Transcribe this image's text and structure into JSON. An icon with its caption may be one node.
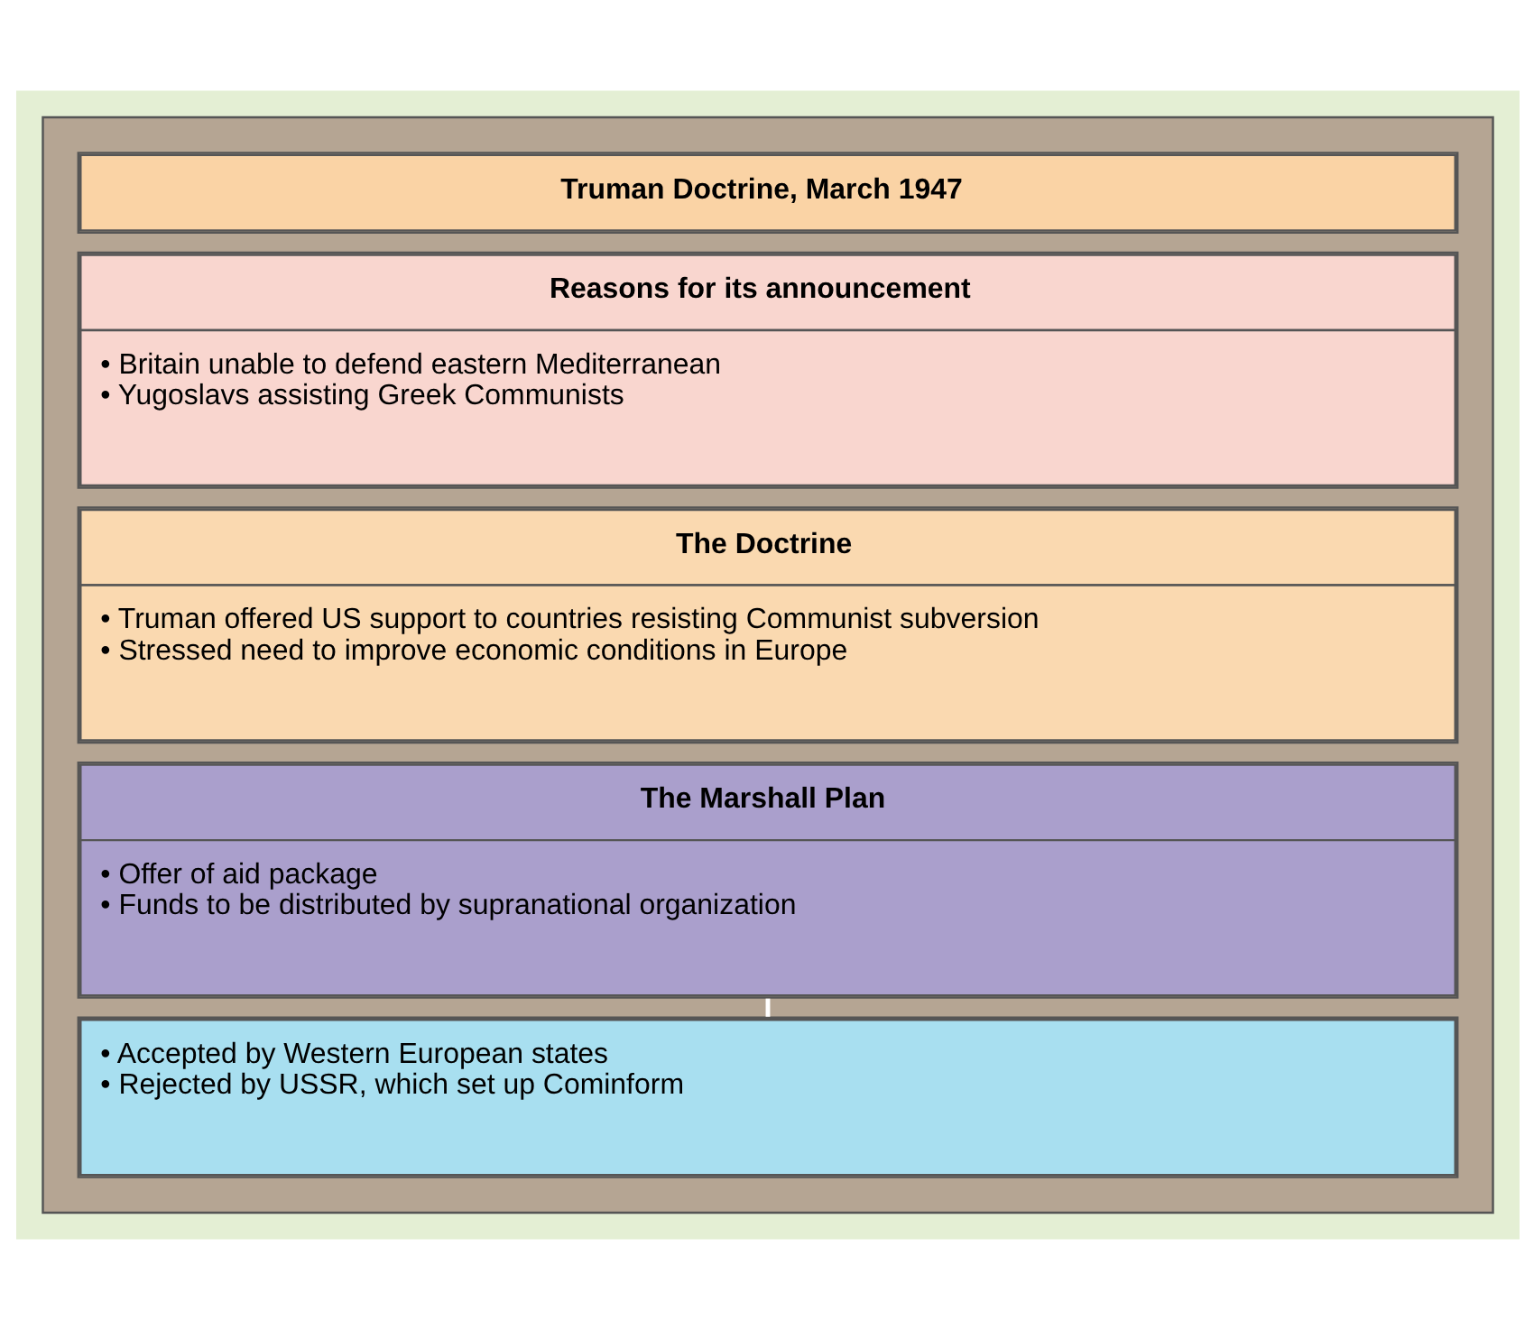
{
  "diagram": {
    "nodes": [
      {
        "text": [],
        "shape": "box"
      },
      {
        "text": [
          "Truman Doctrine, March 1947"
        ],
        "in": 0
      },
      {
        "text": [
          "Reasons for its announcement",
          "• Britain unable to defend eastern Mediterranean",
          "• Yugoslavs assisting Greek Communists"
        ],
        "in": 0
      },
      {
        "text": [
          "The Doctrine",
          "• Truman offered US support to countries resisting Communist subversion",
          "• Stressed need to improve economic conditions in Europe"
        ],
        "in": 0
      },
      {
        "text": [
          "The Marshall Plan",
          "• Offer of aid package",
          "• Funds to be distributed by supranational organization"
        ],
        "in": 0
      },
      {
        "text": [
          "• Accepted by Western European states",
          "• Rejected by USSR, which set up Cominform"
        ],
        "in": 0
      }
    ],
    "edges": [
      {
        "from": 4,
        "to": 5,
        "arrow": "none",
        "color": "#ffffff"
      }
    ]
  }
}
